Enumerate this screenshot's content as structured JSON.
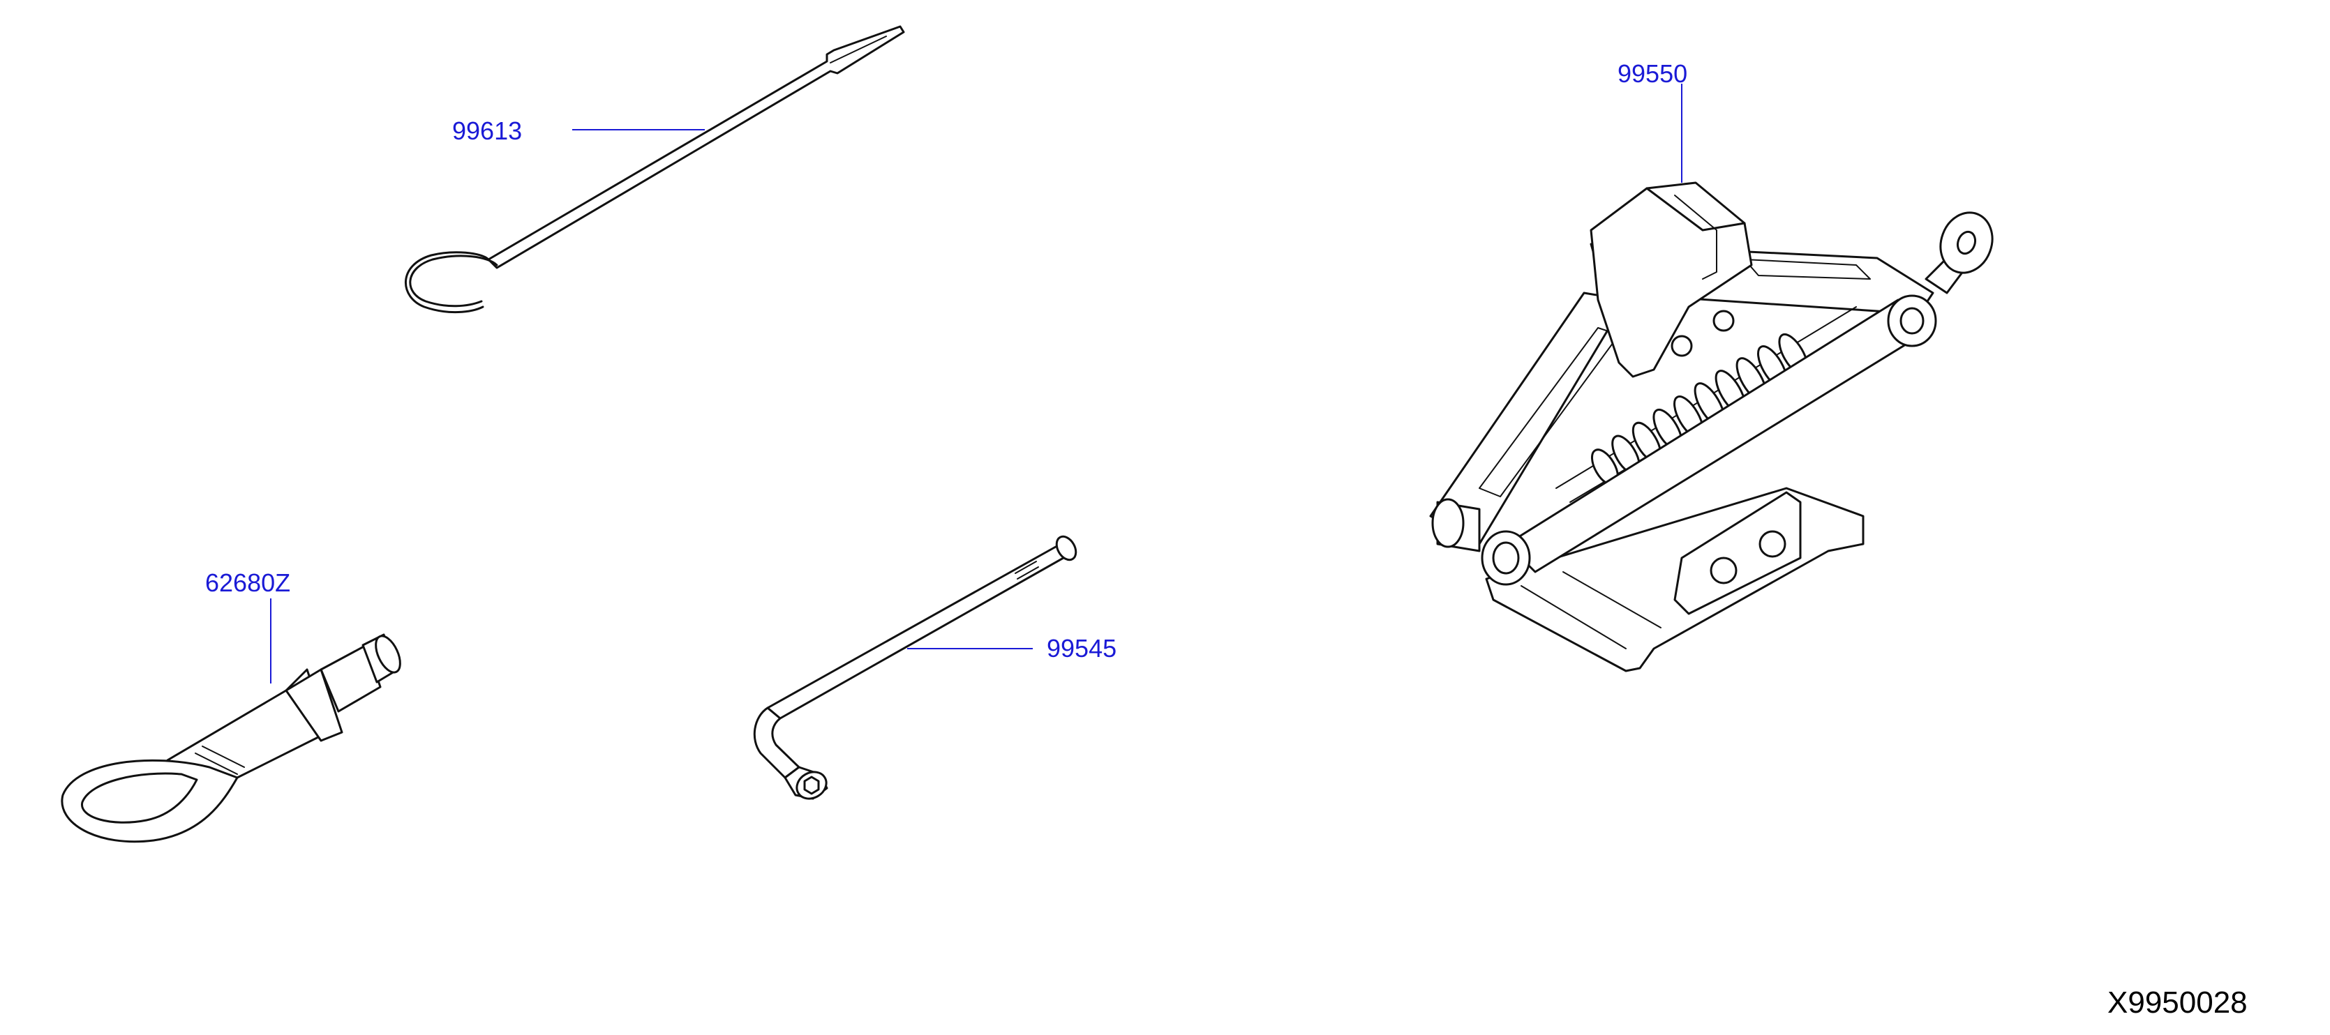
{
  "parts": {
    "hook": {
      "number": "99613"
    },
    "jack": {
      "number": "99550"
    },
    "tow_hook": {
      "number": "62680Z"
    },
    "wrench": {
      "number": "99545"
    }
  },
  "reference_code": "X9950028",
  "colors": {
    "label": "#1a1ad6",
    "line_art": "#111111",
    "background": "#ffffff"
  }
}
